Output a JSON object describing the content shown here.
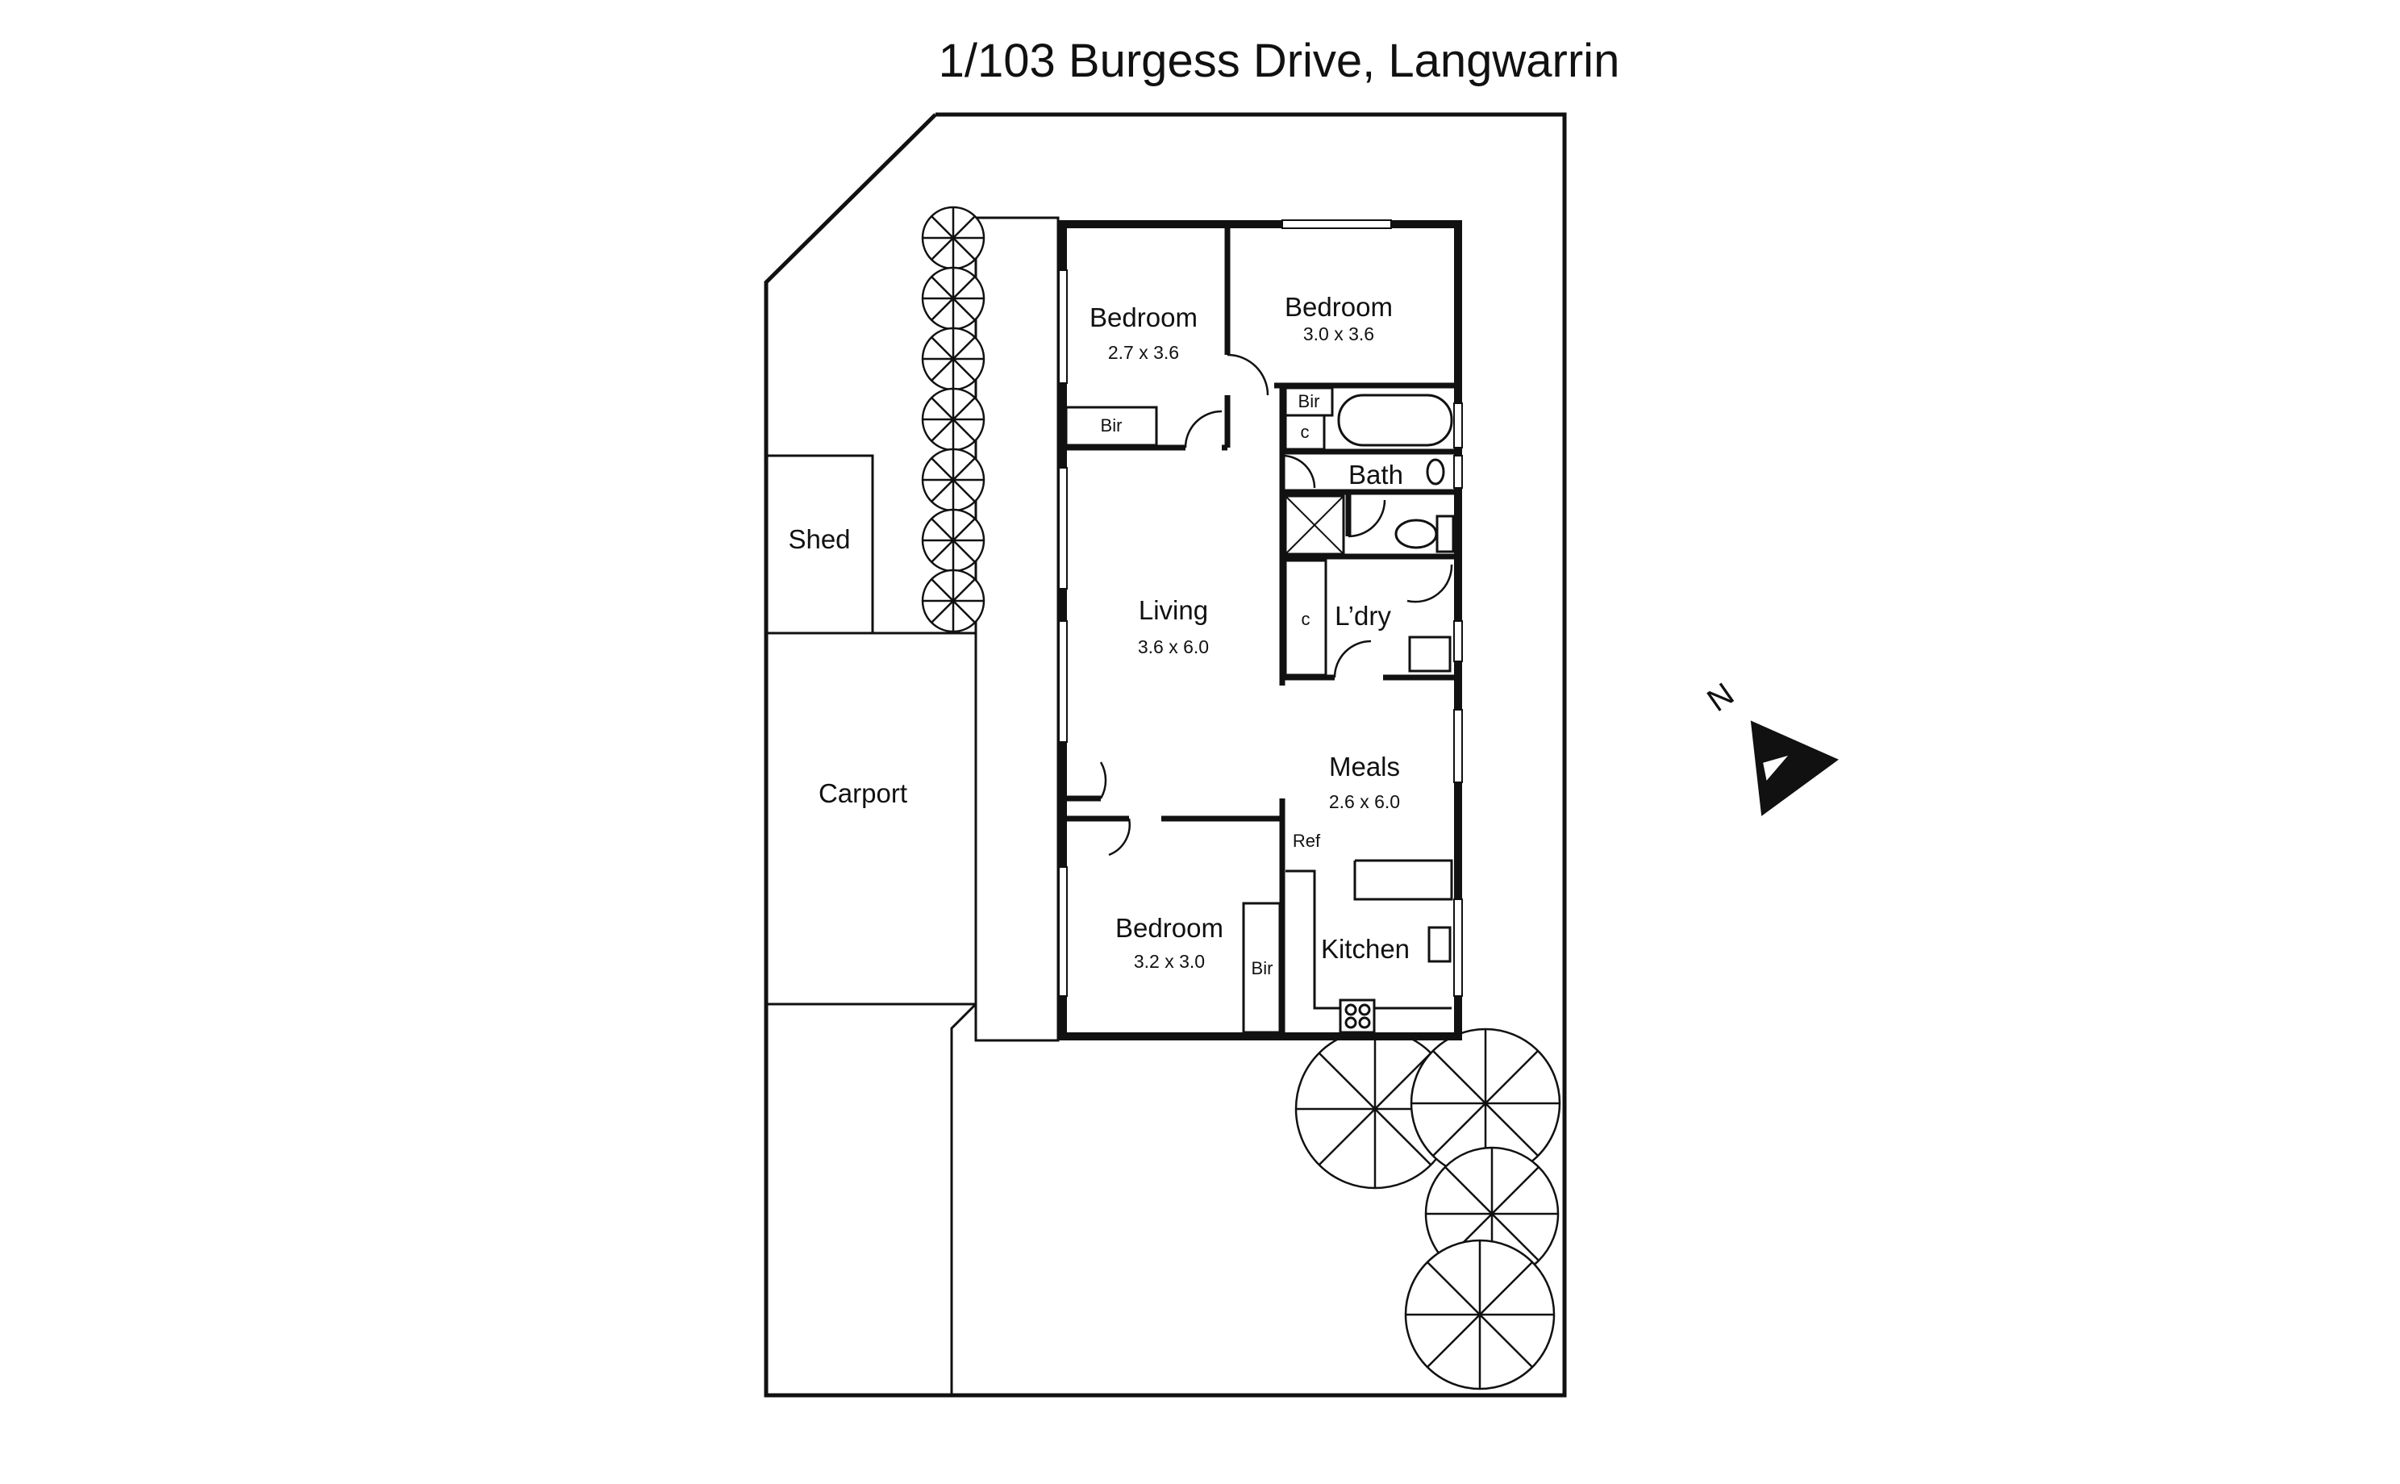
{
  "title": "1/103 Burgess Drive, Langwarrin",
  "rooms": {
    "bedroom1": {
      "name": "Bedroom",
      "dims": "2.7 x 3.6"
    },
    "bedroom2": {
      "name": "Bedroom",
      "dims": "3.0 x 3.6"
    },
    "bedroom3": {
      "name": "Bedroom",
      "dims": "3.2 x 3.0"
    },
    "living": {
      "name": "Living",
      "dims": "3.6 x 6.0"
    },
    "meals": {
      "name": "Meals",
      "dims": "2.6 x 6.0"
    },
    "bath": {
      "name": "Bath"
    },
    "laundry": {
      "name": "L’dry"
    },
    "kitchen": {
      "name": "Kitchen"
    },
    "shed": {
      "name": "Shed"
    },
    "carport": {
      "name": "Carport"
    }
  },
  "labels": {
    "bir": "Bir",
    "cupboard": "c",
    "ref": "Ref"
  },
  "compass": {
    "letter": "N"
  },
  "colors": {
    "ink": "#111111",
    "paper": "#ffffff"
  }
}
